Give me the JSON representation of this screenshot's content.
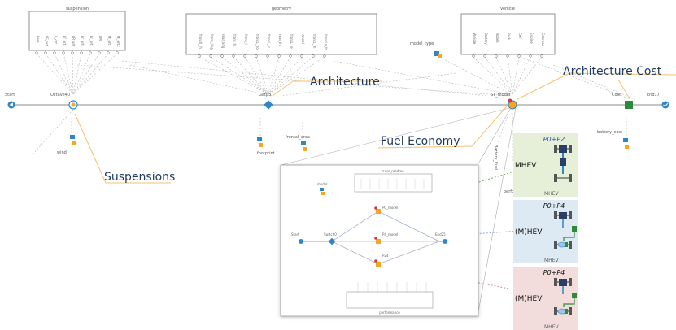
{
  "blocks": {
    "suspension": {
      "title": "suspension",
      "ports": [
        "bars",
        "LF_ort",
        "L_ort",
        "Lf_ort",
        "LR_ort",
        "Lr_ort",
        "Lr_ort",
        "LM",
        "M_ort",
        "M_ort2"
      ]
    },
    "geometry": {
      "title": "geometry",
      "ports": [
        "frontX_lh",
        "front_ling",
        "rear_ling",
        "front_h",
        "front_l",
        "frontL_flo",
        "frontL_rr",
        "rear_lh",
        "frontL_re",
        "wheel",
        "frontL_lh",
        "frontLn_lh"
      ]
    },
    "vehicle": {
      "title": "vehicle",
      "ports": [
        "Vehicle",
        "Battery",
        "Nodes",
        "Pack",
        "Cell",
        "Engine",
        "Gearbox"
      ]
    }
  },
  "nodes": {
    "start": "Start",
    "octave": "Octave40",
    "gatp": "Gatp3",
    "st_model": "ST_model",
    "cost": "Cost",
    "end": "End17",
    "model_type": "model_type",
    "wind": "wind",
    "footprint": "footprint",
    "frontal_area": "frontal_area",
    "battery_cost": "battery_cost",
    "battery_fuel": "Battery_Fuel",
    "performance": "perfo"
  },
  "callouts": {
    "architecture": "Architecture",
    "architecture_cost": "Architecture Cost",
    "fuel_economy": "Fuel Economy",
    "suspensions": "Suspensions"
  },
  "inset": {
    "top_block": "truss_readme",
    "bottom_block": "performance",
    "model_label": "model",
    "start_label": "Start",
    "switch_label": "Switch0",
    "end_label": "End25",
    "model_nodes": [
      "P0_model",
      "P4_model",
      "P24"
    ]
  },
  "cards": [
    {
      "config": "P0+P2",
      "label": "MHEV",
      "footer": "MHEV",
      "bg": "#e6efd8",
      "title_color": "#2a4bbf"
    },
    {
      "config": "P0+P4",
      "label": "(M)HEV",
      "footer": "MHEV",
      "bg": "#dde9f3",
      "title_color": "#111111"
    },
    {
      "config": "P0+P4",
      "label": "(M)HEV",
      "footer": "MHEV",
      "bg": "#f2dcdc",
      "title_color": "#111111"
    }
  ],
  "colors": {
    "flow_line": "#888888",
    "node_blue": "#2d86c8",
    "callout_line": "#f5c16c",
    "gear_orange": "#f5a623",
    "cost_green": "#2c8b3b"
  }
}
